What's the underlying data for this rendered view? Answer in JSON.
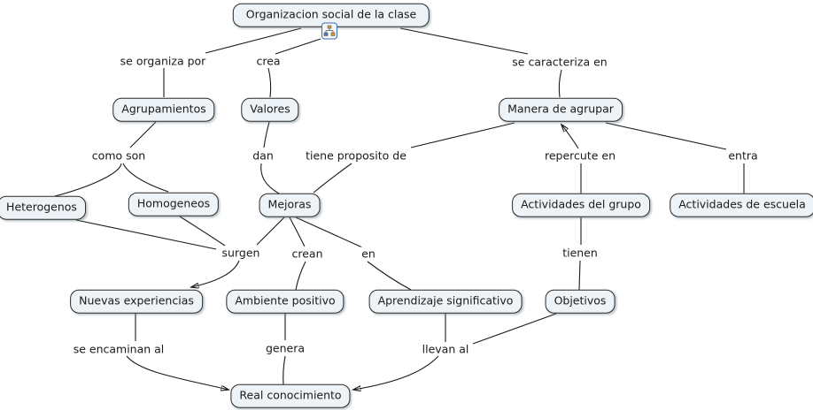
{
  "colors": {
    "node_fill": "#edf3f7",
    "node_border": "#2b2b2b",
    "connector": "#1a1a1a",
    "icon_border": "#3b6fb5",
    "icon_accent_orange": "#e09a3c",
    "icon_accent_blue": "#4a7ebb"
  },
  "nodes": {
    "root": {
      "label": "Organizacion social de la clase"
    },
    "agrupamientos": {
      "label": "Agrupamientos"
    },
    "valores": {
      "label": "Valores"
    },
    "manera_de_agrupar": {
      "label": "Manera de agrupar"
    },
    "heterogenos": {
      "label": "Heterogenos"
    },
    "homogeneos": {
      "label": "Homogeneos"
    },
    "mejoras": {
      "label": "Mejoras"
    },
    "actividades_del_grupo": {
      "label": "Actividades del grupo"
    },
    "actividades_de_escuela": {
      "label": "Actividades de escuela"
    },
    "nuevas_experiencias": {
      "label": "Nuevas experiencias"
    },
    "ambiente_positivo": {
      "label": "Ambiente positivo"
    },
    "aprendizaje_significativo": {
      "label": "Aprendizaje significativo"
    },
    "objetivos": {
      "label": "Objetivos"
    },
    "real_conocimiento": {
      "label": "Real conocimiento"
    }
  },
  "links": {
    "se_organiza_por": "se organiza por",
    "crea": "crea",
    "se_caracteriza_en": "se caracteriza en",
    "como_son": "como son",
    "dan": "dan",
    "tiene_proposito_de": "tiene proposito de",
    "repercute_en": "repercute en",
    "entra": "entra",
    "surgen": "surgen",
    "crean": "crean",
    "en": "en",
    "tienen": "tienen",
    "se_encaminan_al": "se encaminan al",
    "genera": "genera",
    "llevan_al": "llevan al"
  }
}
